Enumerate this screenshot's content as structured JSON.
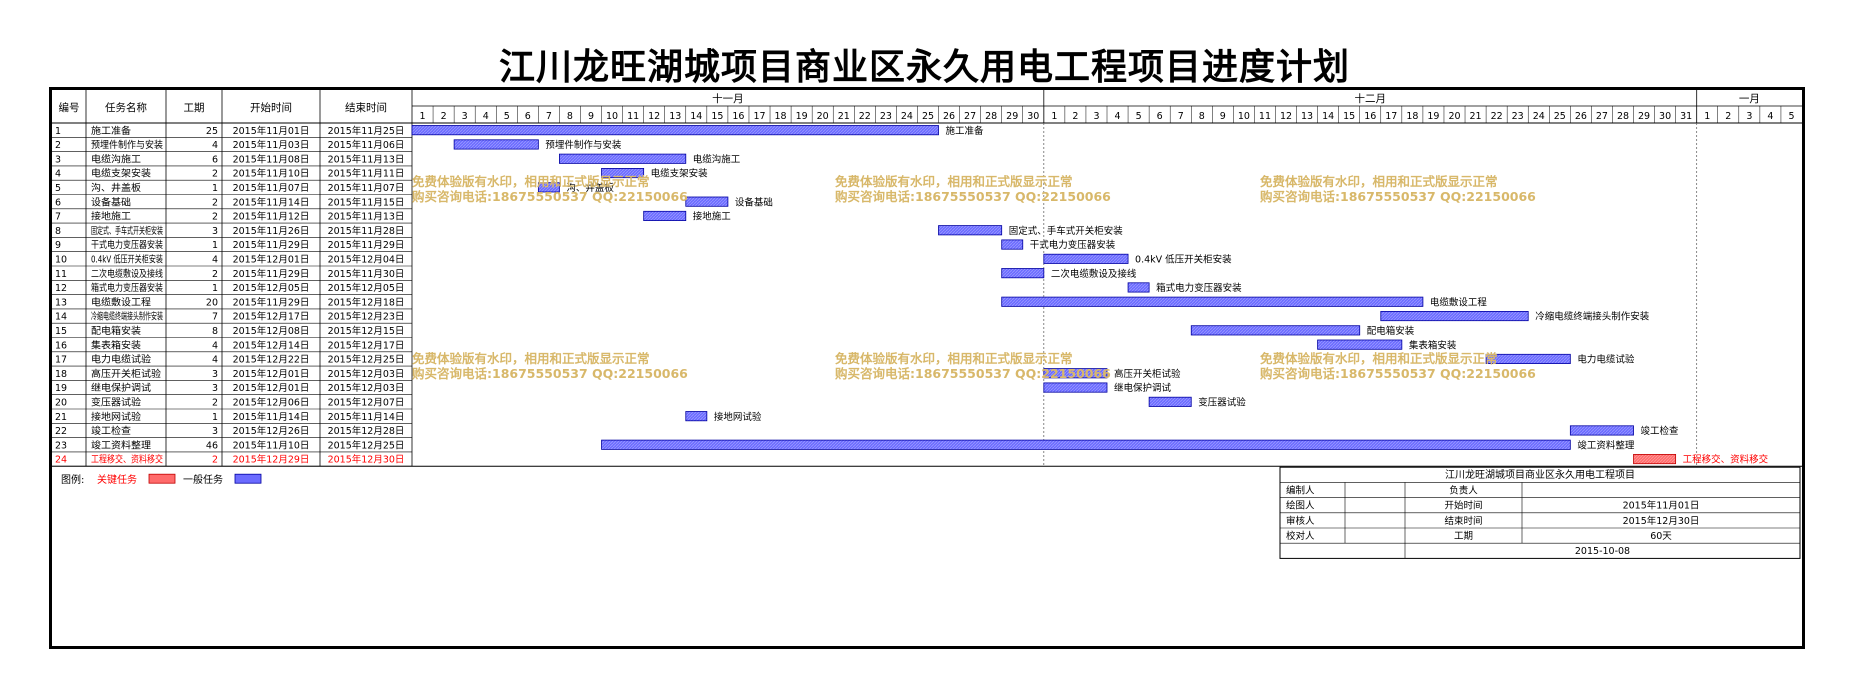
{
  "title": "江川龙旺湖城项目商业区永久用电工程项目进度计划",
  "columns": {
    "id": "编号",
    "name": "任务名称",
    "duration": "工期",
    "start": "开始时间",
    "end": "结束时间"
  },
  "months": [
    "十一月",
    "十二月",
    "一月"
  ],
  "timeline": {
    "start": "2015-11-01",
    "end": "2016-01-05"
  },
  "tasks": [
    {
      "id": "1",
      "name": "施工准备",
      "duration": "25",
      "start": "2015年11月01日",
      "end": "2015年11月25日",
      "start_date": "2015-11-01",
      "end_date": "2015-11-25",
      "label": "施工准备",
      "critical": false
    },
    {
      "id": "2",
      "name": "预埋件制作与安装",
      "duration": "4",
      "start": "2015年11月03日",
      "end": "2015年11月06日",
      "start_date": "2015-11-03",
      "end_date": "2015-11-06",
      "label": "预埋件制作与安装",
      "critical": false
    },
    {
      "id": "3",
      "name": "电缆沟施工",
      "duration": "6",
      "start": "2015年11月08日",
      "end": "2015年11月13日",
      "start_date": "2015-11-08",
      "end_date": "2015-11-13",
      "label": "电缆沟施工",
      "critical": false
    },
    {
      "id": "4",
      "name": "电缆支架安装",
      "duration": "2",
      "start": "2015年11月10日",
      "end": "2015年11月11日",
      "start_date": "2015-11-10",
      "end_date": "2015-11-11",
      "label": "电缆支架安装",
      "critical": false
    },
    {
      "id": "5",
      "name": "沟、井盖板",
      "duration": "1",
      "start": "2015年11月07日",
      "end": "2015年11月07日",
      "start_date": "2015-11-07",
      "end_date": "2015-11-07",
      "label": "沟、井盖板",
      "critical": false
    },
    {
      "id": "6",
      "name": "设备基础",
      "duration": "2",
      "start": "2015年11月14日",
      "end": "2015年11月15日",
      "start_date": "2015-11-14",
      "end_date": "2015-11-15",
      "label": "设备基础",
      "critical": false
    },
    {
      "id": "7",
      "name": "接地施工",
      "duration": "2",
      "start": "2015年11月12日",
      "end": "2015年11月13日",
      "start_date": "2015-11-12",
      "end_date": "2015-11-13",
      "label": "接地施工",
      "critical": false
    },
    {
      "id": "8",
      "name": "固定式、手车式开关柜安装",
      "duration": "3",
      "start": "2015年11月26日",
      "end": "2015年11月28日",
      "start_date": "2015-11-26",
      "end_date": "2015-11-28",
      "label": "固定式、手车式开关柜安装",
      "critical": false
    },
    {
      "id": "9",
      "name": "干式电力变压器安装",
      "duration": "1",
      "start": "2015年11月29日",
      "end": "2015年11月29日",
      "start_date": "2015-11-29",
      "end_date": "2015-11-29",
      "label": "干式电力变压器安装",
      "critical": false
    },
    {
      "id": "10",
      "name": "0.4kV 低压开关柜安装",
      "duration": "4",
      "start": "2015年12月01日",
      "end": "2015年12月04日",
      "start_date": "2015-12-01",
      "end_date": "2015-12-04",
      "label": "0.4kV 低压开关柜安装",
      "critical": false
    },
    {
      "id": "11",
      "name": "二次电缆敷设及接线",
      "duration": "2",
      "start": "2015年11月29日",
      "end": "2015年11月30日",
      "start_date": "2015-11-29",
      "end_date": "2015-11-30",
      "label": "二次电缆敷设及接线",
      "critical": false
    },
    {
      "id": "12",
      "name": "箱式电力变压器安装",
      "duration": "1",
      "start": "2015年12月05日",
      "end": "2015年12月05日",
      "start_date": "2015-12-05",
      "end_date": "2015-12-05",
      "label": "箱式电力变压器安装",
      "critical": false
    },
    {
      "id": "13",
      "name": "电缆敷设工程",
      "duration": "20",
      "start": "2015年11月29日",
      "end": "2015年12月18日",
      "start_date": "2015-11-29",
      "end_date": "2015-12-18",
      "label": "电缆敷设工程",
      "critical": false
    },
    {
      "id": "14",
      "name": "冷缩电缆终端接头制作安装",
      "duration": "7",
      "start": "2015年12月17日",
      "end": "2015年12月23日",
      "start_date": "2015-12-17",
      "end_date": "2015-12-23",
      "label": "冷缩电缆终端接头制作安装",
      "critical": false
    },
    {
      "id": "15",
      "name": "配电箱安装",
      "duration": "8",
      "start": "2015年12月08日",
      "end": "2015年12月15日",
      "start_date": "2015-12-08",
      "end_date": "2015-12-15",
      "label": "配电箱安装",
      "critical": false
    },
    {
      "id": "16",
      "name": "集表箱安装",
      "duration": "4",
      "start": "2015年12月14日",
      "end": "2015年12月17日",
      "start_date": "2015-12-14",
      "end_date": "2015-12-17",
      "label": "集表箱安装",
      "critical": false
    },
    {
      "id": "17",
      "name": "电力电缆试验",
      "duration": "4",
      "start": "2015年12月22日",
      "end": "2015年12月25日",
      "start_date": "2015-12-22",
      "end_date": "2015-12-25",
      "label": "电力电缆试验",
      "critical": false
    },
    {
      "id": "18",
      "name": "高压开关柜试验",
      "duration": "3",
      "start": "2015年12月01日",
      "end": "2015年12月03日",
      "start_date": "2015-12-01",
      "end_date": "2015-12-03",
      "label": "高压开关柜试验",
      "critical": false
    },
    {
      "id": "19",
      "name": "继电保护调试",
      "duration": "3",
      "start": "2015年12月01日",
      "end": "2015年12月03日",
      "start_date": "2015-12-01",
      "end_date": "2015-12-03",
      "label": "继电保护调试",
      "critical": false
    },
    {
      "id": "20",
      "name": "变压器试验",
      "duration": "2",
      "start": "2015年12月06日",
      "end": "2015年12月07日",
      "start_date": "2015-12-06",
      "end_date": "2015-12-07",
      "label": "变压器试验",
      "critical": false
    },
    {
      "id": "21",
      "name": "接地网试验",
      "duration": "1",
      "start": "2015年11月14日",
      "end": "2015年11月14日",
      "start_date": "2015-11-14",
      "end_date": "2015-11-14",
      "label": "接地网试验",
      "critical": false
    },
    {
      "id": "22",
      "name": "竣工检查",
      "duration": "3",
      "start": "2015年12月26日",
      "end": "2015年12月28日",
      "start_date": "2015-12-26",
      "end_date": "2015-12-28",
      "label": "竣工检查",
      "critical": false
    },
    {
      "id": "23",
      "name": "竣工资料整理",
      "duration": "46",
      "start": "2015年11月10日",
      "end": "2015年12月25日",
      "start_date": "2015-11-10",
      "end_date": "2015-12-25",
      "label": "竣工资料整理",
      "critical": false
    },
    {
      "id": "24",
      "name": "工程移交、资料移交",
      "duration": "2",
      "start": "2015年12月29日",
      "end": "2015年12月30日",
      "start_date": "2015-12-29",
      "end_date": "2015-12-30",
      "label": "工程移交、资料移交",
      "critical": true
    }
  ],
  "legend": {
    "label": "图例:",
    "critical": "关键任务",
    "normal": "一般任务"
  },
  "watermark": {
    "line1": "免费体验版有水印，相用和正式版显示正常",
    "line2": "购买咨询电话:18675550537 QQ:22150066"
  },
  "info_box": {
    "title": "江川龙旺湖城项目商业区永久用电工程项目",
    "editor_label": "编制人",
    "owner_label": "负责人",
    "drawer_label": "绘图人",
    "start_label": "开始时间",
    "start_value": "2015年11月01日",
    "reviewer_label": "审核人",
    "end_label": "结束时间",
    "end_value": "2015年12月30日",
    "checker_label": "校对人",
    "duration_label": "工期",
    "duration_value": "60天",
    "date": "2015-10-08"
  },
  "colors": {
    "normal_bar": "#6b6bff",
    "critical_bar": "#ff6b6b",
    "critical_text": "#ff0000",
    "watermark": "#d8b86a"
  },
  "chart_data": {
    "type": "gantt",
    "title": "江川龙旺湖城项目商业区永久用电工程项目进度计划",
    "x_range": [
      "2015-11-01",
      "2016-01-05"
    ],
    "tasks": [
      {
        "name": "施工准备",
        "start": "2015-11-01",
        "end": "2015-11-25",
        "duration": 25
      },
      {
        "name": "预埋件制作与安装",
        "start": "2015-11-03",
        "end": "2015-11-06",
        "duration": 4
      },
      {
        "name": "电缆沟施工",
        "start": "2015-11-08",
        "end": "2015-11-13",
        "duration": 6
      },
      {
        "name": "电缆支架安装",
        "start": "2015-11-10",
        "end": "2015-11-11",
        "duration": 2
      },
      {
        "name": "沟、井盖板",
        "start": "2015-11-07",
        "end": "2015-11-07",
        "duration": 1
      },
      {
        "name": "设备基础",
        "start": "2015-11-14",
        "end": "2015-11-15",
        "duration": 2
      },
      {
        "name": "接地施工",
        "start": "2015-11-12",
        "end": "2015-11-13",
        "duration": 2
      },
      {
        "name": "固定式、手车式开关柜安装",
        "start": "2015-11-26",
        "end": "2015-11-28",
        "duration": 3
      },
      {
        "name": "干式电力变压器安装",
        "start": "2015-11-29",
        "end": "2015-11-29",
        "duration": 1
      },
      {
        "name": "0.4kV 低压开关柜安装",
        "start": "2015-12-01",
        "end": "2015-12-04",
        "duration": 4
      },
      {
        "name": "二次电缆敷设及接线",
        "start": "2015-11-29",
        "end": "2015-11-30",
        "duration": 2
      },
      {
        "name": "箱式电力变压器安装",
        "start": "2015-12-05",
        "end": "2015-12-05",
        "duration": 1
      },
      {
        "name": "电缆敷设工程",
        "start": "2015-11-29",
        "end": "2015-12-18",
        "duration": 20
      },
      {
        "name": "冷缩电缆终端接头制作安装",
        "start": "2015-12-17",
        "end": "2015-12-23",
        "duration": 7
      },
      {
        "name": "配电箱安装",
        "start": "2015-12-08",
        "end": "2015-12-15",
        "duration": 8
      },
      {
        "name": "集表箱安装",
        "start": "2015-12-14",
        "end": "2015-12-17",
        "duration": 4
      },
      {
        "name": "电力电缆试验",
        "start": "2015-12-22",
        "end": "2015-12-25",
        "duration": 4
      },
      {
        "name": "高压开关柜试验",
        "start": "2015-12-01",
        "end": "2015-12-03",
        "duration": 3
      },
      {
        "name": "继电保护调试",
        "start": "2015-12-01",
        "end": "2015-12-03",
        "duration": 3
      },
      {
        "name": "变压器试验",
        "start": "2015-12-06",
        "end": "2015-12-07",
        "duration": 2
      },
      {
        "name": "接地网试验",
        "start": "2015-11-14",
        "end": "2015-11-14",
        "duration": 1
      },
      {
        "name": "竣工检查",
        "start": "2015-12-26",
        "end": "2015-12-28",
        "duration": 3
      },
      {
        "name": "竣工资料整理",
        "start": "2015-11-10",
        "end": "2015-12-25",
        "duration": 46
      },
      {
        "name": "工程移交、资料移交",
        "start": "2015-12-29",
        "end": "2015-12-30",
        "duration": 2,
        "critical": true
      }
    ]
  }
}
